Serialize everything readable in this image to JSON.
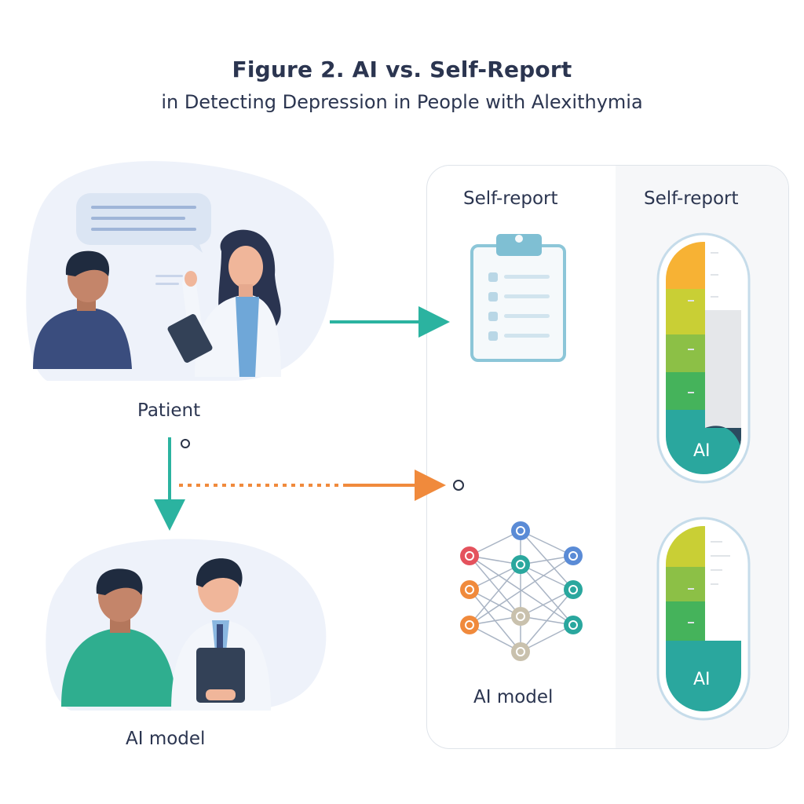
{
  "title": "Figure 2. AI vs. Self-Report",
  "subtitle": "in Detecting Depression in People with Alexithymia",
  "left": {
    "patient_label": "Patient",
    "ai_model_label": "AI model"
  },
  "panel": {
    "self_report_header_left": "Self-report",
    "self_report_header_right": "Self-report",
    "ai_model_label": "AI model",
    "gauge_top_label": "AI",
    "gauge_bottom_label": "AI"
  },
  "icons": [
    "speech-bubble-icon",
    "clipboard-icon",
    "neural-network-icon",
    "thermometer-gauge-icon"
  ],
  "colors": {
    "teal_arrow": "#2bb3a0",
    "orange_arrow": "#f08a3c",
    "gauge_orange": "#f7b234",
    "gauge_yellow": "#c9cf35",
    "gauge_green": "#8cc046",
    "gauge_green2": "#45b35b",
    "gauge_teal": "#2aa79e"
  }
}
